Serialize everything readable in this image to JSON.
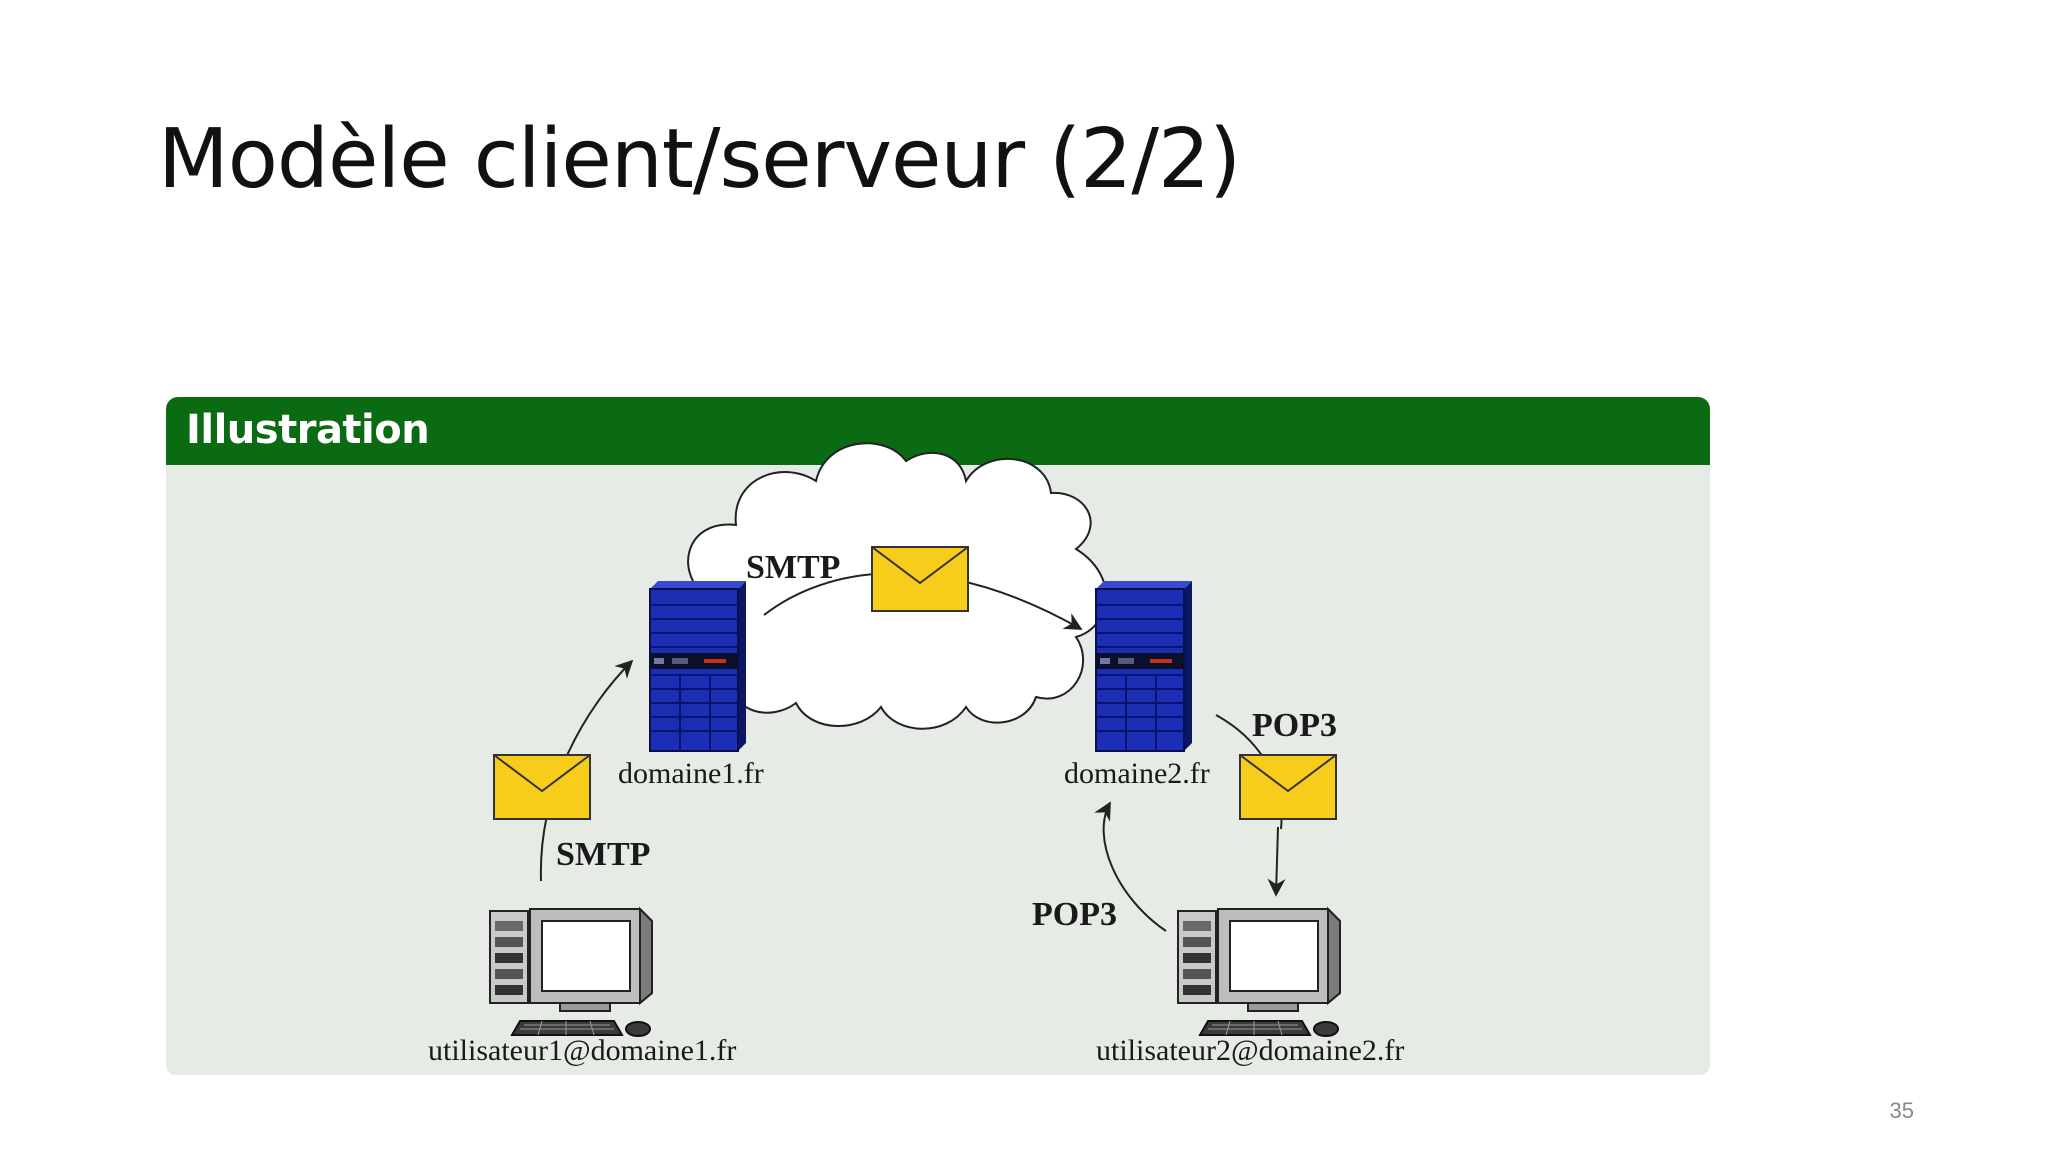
{
  "slide": {
    "title": "Modèle client/serveur (2/2)",
    "page_number": "35"
  },
  "block": {
    "title": "Illustration",
    "header_color": "#0a6b12",
    "body_color": "#e6ebe6"
  },
  "diagram": {
    "nodes": {
      "server1": "domaine1.fr",
      "server2": "domaine2.fr",
      "client1": "utilisateur1@domaine1.fr",
      "client2": "utilisateur2@domaine2.fr"
    },
    "protocols": {
      "client_to_server1": "SMTP",
      "server1_to_server2": "SMTP",
      "server2_to_client2": "POP3",
      "client2_to_server2": "POP3"
    },
    "icons": [
      "server-icon",
      "computer-icon",
      "envelope-icon",
      "cloud-icon",
      "arrow-icon"
    ],
    "colors": {
      "server": "#1c2fb4",
      "envelope": "#f6cd1a",
      "cloud": "#ffffff"
    }
  }
}
